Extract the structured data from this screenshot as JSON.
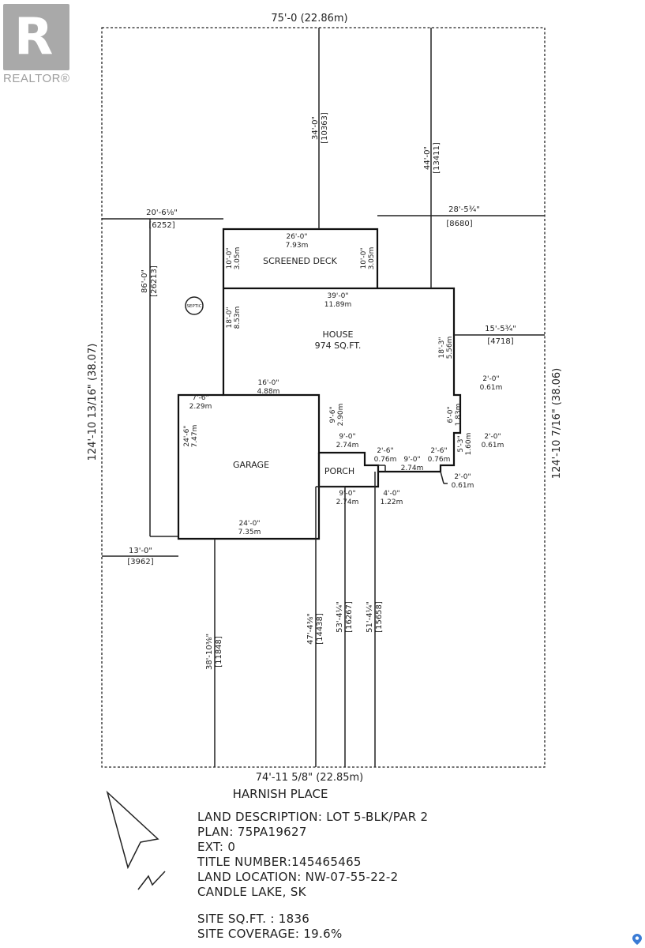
{
  "branding": {
    "logo_text": "REALTOR®",
    "logo_letter": "R"
  },
  "plan": {
    "top_width": "75'-0 (22.86m)",
    "bottom_width": "74'-11 5/8\" (22.85m)",
    "street": "HARNISH PLACE",
    "left_depth": "124'-10 13/16\" (38.07)",
    "right_depth": "124'-10 7/16\" (38.06)",
    "septic": "SEPTIC",
    "house": {
      "name": "HOUSE",
      "area": "974 SQ.FT."
    },
    "screened_deck": "SCREENED DECK",
    "garage": "GARAGE",
    "porch": "PORCH"
  },
  "dimensions": {
    "deck_top_ft": "34'-0\"",
    "deck_top_mm": "[10363]",
    "house_top_ft": "44'-0\"",
    "house_top_mm": "[13411]",
    "left_side_ft": "20'-6⅛\"",
    "left_side_mm": "[6252]",
    "right_side_ft": "28'-5¾\"",
    "right_side_mm": "[8680]",
    "left_rear_ft": "86'-0\"",
    "left_rear_mm": "[26213]",
    "deck_w_ft": "26'-0\"",
    "deck_w_m": "7.93m",
    "deck_l_ft": "10'-0\"",
    "deck_l_m": "3.05m",
    "deck_r_ft": "10'-0\"",
    "deck_r_m": "3.05m",
    "house_w_ft": "39'-0\"",
    "house_w_m": "11.89m",
    "house_l_ft": "18'-0\"",
    "house_l_m": "8.53m",
    "house_r_ft": "18'-3\"",
    "house_r_m": "5.56m",
    "house_right_setback_ft": "15'-5¾\"",
    "house_right_setback_mm": "[4718]",
    "house_bot_ft": "16'-0\"",
    "house_bot_m": "4.88m",
    "jog1_ft": "2'-0\"",
    "jog1_m": "0.61m",
    "jog_v_ft": "6'-0\"",
    "jog_v_m": "1.83m",
    "jog2_ft": "2'-0\"",
    "jog2_m": "0.61m",
    "jog_v2_ft": "5'-3\"",
    "jog_v2_m": "1.60m",
    "jog3_ft": "2'-0\"",
    "jog3_m": "0.61m",
    "garage_top_ft": "7'-6\"",
    "garage_top_m": "2.29m",
    "garage_side_ft": "24'-6\"",
    "garage_side_m": "7.47m",
    "garage_bot_ft": "24'-0\"",
    "garage_bot_m": "7.35m",
    "garage_r_ft": "9'-6\"",
    "garage_r_m": "2.90m",
    "porch_top_ft": "9'-0\"",
    "porch_top_m": "2.74m",
    "porch_l_ft": "2'-6\"",
    "porch_l_m": "0.76m",
    "porch_mid_ft": "9'-0\"",
    "porch_mid_m": "2.74m",
    "porch_r_ft": "2'-6\"",
    "porch_r_m": "0.76m",
    "porch_bot_ft": "9'-0\"",
    "porch_bot_m": "2.74m",
    "porch_step_ft": "4'-0\"",
    "porch_step_m": "1.22m",
    "left_setback_ft": "13'-0\"",
    "left_setback_mm": "[3962]",
    "front_g_ft": "38'-10⅜\"",
    "front_g_mm": "[11848]",
    "front_1_ft": "47'-4⅜\"",
    "front_1_mm": "[14438]",
    "front_2_ft": "53'-4¼\"",
    "front_2_mm": "[16267]",
    "front_3_ft": "51'-4¼\"",
    "front_3_mm": "[15658]"
  },
  "land_info": [
    "LAND DESCRIPTION: LOT 5-BLK/PAR 2",
    "PLAN: 75PA19627",
    "EXT: 0",
    "TITLE NUMBER:145465465",
    "LAND LOCATION: NW-07-55-22-2",
    "CANDLE LAKE, SK"
  ],
  "site_info": [
    "SITE SQ.FT. : 1836",
    "SITE COVERAGE: 19.6%"
  ],
  "icons": {
    "north_arrow": "north-arrow-icon",
    "pin": "map-pin-icon"
  },
  "colors": {
    "line": "#222222",
    "logo": "#a9a9a9",
    "pin": "#3a7bd5"
  }
}
